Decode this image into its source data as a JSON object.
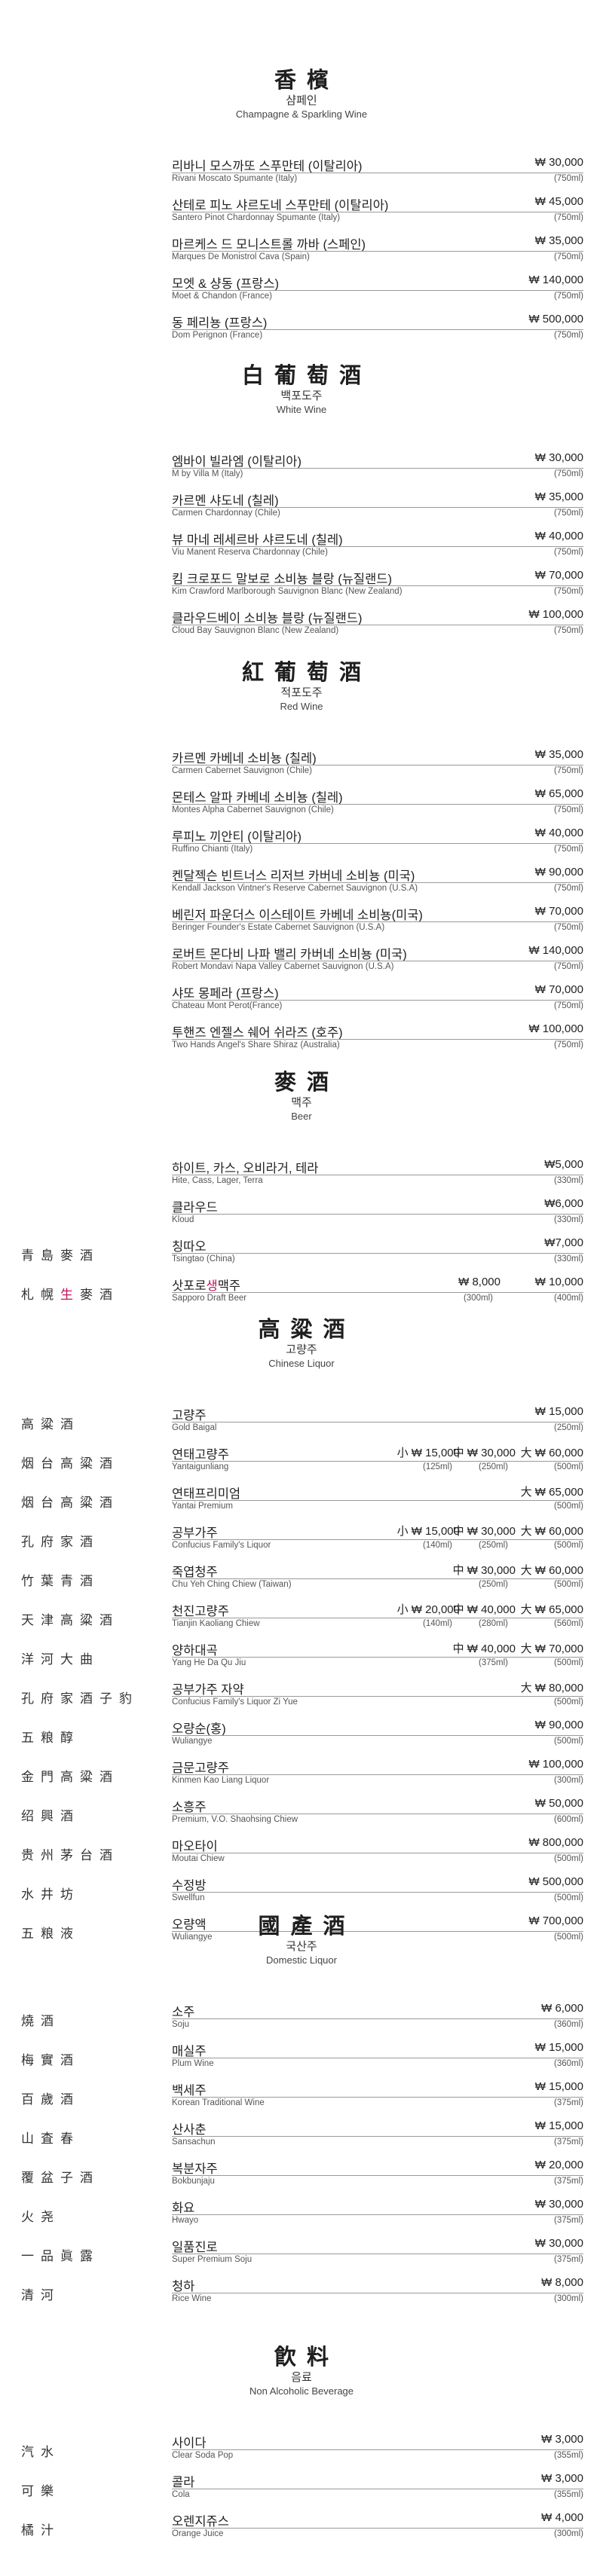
{
  "sections": [
    {
      "id": "champagne",
      "han": "香檳",
      "kor": "샴페인",
      "eng": "Champagne & Sparkling Wine",
      "items": [
        {
          "kor": "리바니 모스까또 스푸만테 (이탈리아)",
          "eng": "Rivani Moscato Spumante (Italy)",
          "price": "₩ 30,000",
          "vol": "(750ml)"
        },
        {
          "kor": "산테로 피노 샤르도네 스푸만테 (이탈리아)",
          "eng": "Santero Pinot Chardonnay Spumante (Italy)",
          "price": "₩ 45,000",
          "vol": "(750ml)"
        },
        {
          "kor": "마르케스 드 모니스트롤 까바 (스페인)",
          "eng": "Marques De Monistrol Cava (Spain)",
          "price": "₩ 35,000",
          "vol": "(750ml)"
        },
        {
          "kor": "모엣 & 샹동 (프랑스)",
          "eng": "Moet & Chandon (France)",
          "price": "₩ 140,000",
          "vol": "(750ml)"
        },
        {
          "kor": "동 페리뇽 (프랑스)",
          "eng": "Dom Perignon (France)",
          "price": "₩ 500,000",
          "vol": "(750ml)"
        }
      ]
    },
    {
      "id": "white",
      "han": "白葡萄酒",
      "kor": "백포도주",
      "eng": "White Wine",
      "items": [
        {
          "kor": "엠바이 빌라엠 (이탈리아)",
          "eng": "M by Villa M (Italy)",
          "price": "₩ 30,000",
          "vol": "(750ml)"
        },
        {
          "kor": "카르멘 샤도네 (칠레)",
          "eng": "Carmen Chardonnay (Chile)",
          "price": "₩ 35,000",
          "vol": "(750ml)"
        },
        {
          "kor": "뷰 마네 레세르바 샤르도네 (칠레)",
          "eng": "Viu Manent Reserva Chardonnay (Chile)",
          "price": "₩ 40,000",
          "vol": "(750ml)"
        },
        {
          "kor": "킴 크로포드 말보로 소비뇽 블랑 (뉴질랜드)",
          "eng": "Kim Crawford Marlborough Sauvignon Blanc (New Zealand)",
          "price": "₩ 70,000",
          "vol": "(750ml)"
        },
        {
          "kor": "클라우드베이 소비뇽 블랑 (뉴질랜드)",
          "eng": "Cloud Bay Sauvignon Blanc (New Zealand)",
          "price": "₩ 100,000",
          "vol": "(750ml)"
        }
      ]
    },
    {
      "id": "red",
      "han": "紅葡萄酒",
      "kor": "적포도주",
      "eng": "Red Wine",
      "items": [
        {
          "kor": "카르멘 카베네 소비뇽 (칠레)",
          "eng": "Carmen Cabernet Sauvignon (Chile)",
          "price": "₩ 35,000",
          "vol": "(750ml)"
        },
        {
          "kor": "몬테스 알파 카베네 소비뇽 (칠레)",
          "eng": "Montes Alpha Cabernet Sauvignon (Chile)",
          "price": "₩ 65,000",
          "vol": "(750ml)"
        },
        {
          "kor": "루피노 끼안티 (이탈리아)",
          "eng": "Ruffino Chianti (Italy)",
          "price": "₩ 40,000",
          "vol": "(750ml)"
        },
        {
          "kor": "켄달젝슨 빈트너스 리저브 카버네 소비뇽 (미국)",
          "eng": "Kendall Jackson Vintner's Reserve Cabernet Sauvignon (U.S.A)",
          "price": "₩ 90,000",
          "vol": "(750ml)"
        },
        {
          "kor": "베린저 파운더스 이스테이트 카베네 소비뇽(미국)",
          "eng": "Beringer Founder's Estate Cabernet Sauvignon (U.S.A)",
          "price": "₩ 70,000",
          "vol": "(750ml)"
        },
        {
          "kor": "로버트 몬다비 나파 밸리 카버네 소비뇽 (미국)",
          "eng": "Robert Mondavi Napa Valley Cabernet Sauvignon (U.S.A)",
          "price": "₩ 140,000",
          "vol": "(750ml)"
        },
        {
          "kor": "샤또 몽페라 (프랑스)",
          "eng": "Chateau Mont Perot(France)",
          "price": "₩ 70,000",
          "vol": "(750ml)"
        },
        {
          "kor": "투핸즈 엔젤스 쉐어 쉬라즈 (호주)",
          "eng": "Two Hands Angel's Share Shiraz (Australia)",
          "price": "₩ 100,000",
          "vol": "(750ml)"
        }
      ]
    },
    {
      "id": "beer",
      "han": "麥酒",
      "kor": "맥주",
      "eng": "Beer",
      "items": [
        {
          "kor": "하이트, 카스, 오비라거, 테라",
          "eng": "Hite, Cass, Lager, Terra",
          "price": "₩5,000",
          "vol": "(330ml)"
        },
        {
          "kor": "클라우드",
          "eng": "Kloud",
          "price": "₩6,000",
          "vol": "(330ml)"
        },
        {
          "han": "青島麥酒",
          "kor": "칭따오",
          "eng": "Tsingtao (China)",
          "price": "₩7,000",
          "vol": "(330ml)"
        },
        {
          "han_a": "札幌",
          "han_b": "生",
          "han_c": "麥酒",
          "kor_a": "삿포로",
          "kor_b": "생",
          "kor_c": "맥주",
          "eng": "Sapporo Draft Beer",
          "opt_price": "₩ 8,000",
          "opt_vol": "(300ml)",
          "price": "₩ 10,000",
          "vol": "(400ml)"
        }
      ]
    },
    {
      "id": "chinese",
      "han": "高粱酒",
      "kor": "고량주",
      "eng": "Chinese Liquor",
      "items": [
        {
          "han": "高粱酒",
          "kor": "고량주",
          "eng": "Gold Baigal",
          "price": "₩ 15,000",
          "vol": "(250ml)"
        },
        {
          "han": "烟台高粱酒",
          "kor": "연태고량주",
          "eng": "Yantaigunliang",
          "opts": [
            {
              "price": "小 ₩ 15,000",
              "vol": "(125ml)"
            },
            {
              "price": "中 ₩ 30,000",
              "vol": "(250ml)"
            },
            {
              "price": "大 ₩ 60,000",
              "vol": "(500ml)"
            }
          ]
        },
        {
          "han": "烟台高粱酒",
          "kor": "연태프리미엄",
          "eng": "Yantai Premium",
          "price": "大 ₩ 65,000",
          "vol": "(500ml)"
        },
        {
          "han": "孔府家酒",
          "kor": "공부가주",
          "eng": "Confucius Family's Liquor",
          "opts": [
            {
              "price": "小 ₩ 15,000",
              "vol": "(140ml)"
            },
            {
              "price": "中 ₩ 30,000",
              "vol": "(250ml)"
            },
            {
              "price": "大 ₩ 60,000",
              "vol": "(500ml)"
            }
          ]
        },
        {
          "han": "竹葉青酒",
          "kor": "죽엽청주",
          "eng": "Chu Yeh Ching Chiew (Taiwan)",
          "opts": [
            {
              "price": "中 ₩ 30,000",
              "vol": "(250ml)"
            },
            {
              "price": "大 ₩ 60,000",
              "vol": "(500ml)"
            }
          ]
        },
        {
          "han": "天津高粱酒",
          "kor": "천진고량주",
          "eng": "Tianjin Kaoliang Chiew",
          "opts": [
            {
              "price": "小 ₩ 20,000",
              "vol": "(140ml)"
            },
            {
              "price": "中 ₩ 40,000",
              "vol": "(280ml)"
            },
            {
              "price": "大 ₩ 65,000",
              "vol": "(560ml)"
            }
          ]
        },
        {
          "han": "洋河大曲",
          "kor": "양하대곡",
          "eng": "Yang He Da Qu Jiu",
          "opts": [
            {
              "price": "中 ₩ 40,000",
              "vol": "(375ml)"
            },
            {
              "price": "大 ₩ 70,000",
              "vol": "(500ml)"
            }
          ]
        },
        {
          "han": "孔府家酒子豹",
          "kor": "공부가주 자약",
          "eng": "Confucius Family's Liquor Zi Yue",
          "price": "大 ₩ 80,000",
          "vol": "(500ml)"
        },
        {
          "han": "五粮醇",
          "kor": "오량순(홍)",
          "eng": "Wuliangye",
          "price": "₩ 90,000",
          "vol": "(500ml)"
        },
        {
          "han": "金門高粱酒",
          "kor": "금문고량주",
          "eng": "Kinmen Kao Liang Liquor",
          "price": "₩ 100,000",
          "vol": "(300ml)"
        },
        {
          "han": "绍興酒",
          "kor": "소흥주",
          "eng": "Premium, V.O. Shaohsing Chiew",
          "price": "₩ 50,000",
          "vol": "(600ml)"
        },
        {
          "han": "贵州茅台酒",
          "kor": "마오타이",
          "eng": "Moutai Chiew",
          "price": "₩ 800,000",
          "vol": "(500ml)"
        },
        {
          "han": "水井坊",
          "kor": "수정방",
          "eng": "Swellfun",
          "price": "₩ 500,000",
          "vol": "(500ml)"
        },
        {
          "han": "五粮液",
          "kor": "오량액",
          "eng": "Wuliangye",
          "price": "₩ 700,000",
          "vol": "(500ml)"
        }
      ]
    },
    {
      "id": "domestic",
      "han": "國產酒",
      "kor": "국산주",
      "eng": "Domestic Liquor",
      "items": [
        {
          "han": "燒酒",
          "kor": "소주",
          "eng": "Soju",
          "price": "₩ 6,000",
          "vol": "(360ml)"
        },
        {
          "han": "梅實酒",
          "kor": "매실주",
          "eng": "Plum Wine",
          "price": "₩ 15,000",
          "vol": "(360ml)"
        },
        {
          "han": "百歲酒",
          "kor": "백세주",
          "eng": "Korean Traditional Wine",
          "price": "₩ 15,000",
          "vol": "(375ml)"
        },
        {
          "han": "山査春",
          "kor": "산사춘",
          "eng": "Sansachun",
          "price": "₩ 15,000",
          "vol": "(375ml)"
        },
        {
          "han": "覆盆子酒",
          "kor": "복분자주",
          "eng": "Bokbunjaju",
          "price": "₩ 20,000",
          "vol": "(375ml)"
        },
        {
          "han": "火尧",
          "kor": "화요",
          "eng": "Hwayo",
          "price": "₩ 30,000",
          "vol": "(375ml)"
        },
        {
          "han": "一品眞露",
          "kor": "일품진로",
          "eng": "Super Premium Soju",
          "price": "₩ 30,000",
          "vol": "(375ml)"
        },
        {
          "han": "清河",
          "kor": "청하",
          "eng": "Rice Wine",
          "price": "₩ 8,000",
          "vol": "(300ml)"
        }
      ]
    },
    {
      "id": "soft",
      "han": "飮料",
      "kor": "음료",
      "eng": "Non Alcoholic Beverage",
      "items": [
        {
          "han": "汽水",
          "kor": "사이다",
          "eng": "Clear Soda Pop",
          "price": "₩ 3,000",
          "vol": "(355ml)"
        },
        {
          "han": "可樂",
          "kor": "콜라",
          "eng": "Cola",
          "price": "₩ 3,000",
          "vol": "(355ml)"
        },
        {
          "han": "橘汁",
          "kor": "오렌지쥬스",
          "eng": "Orange Juice",
          "price": "₩ 4,000",
          "vol": "(300ml)"
        }
      ]
    }
  ]
}
